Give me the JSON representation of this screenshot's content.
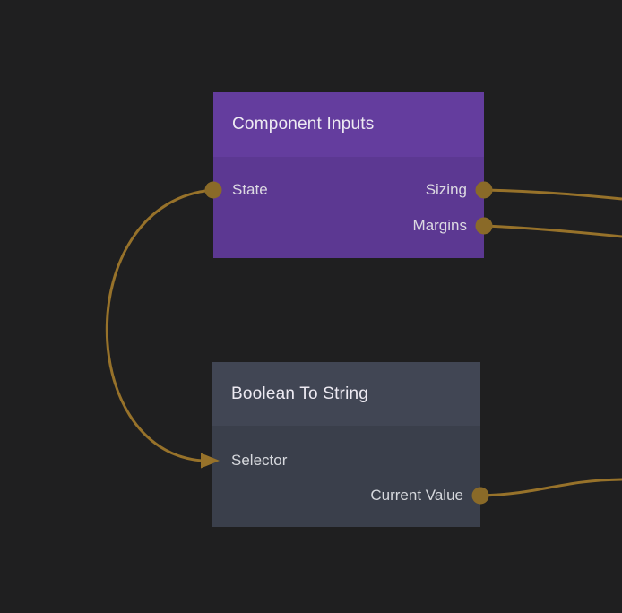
{
  "canvas": {
    "background_color": "#1f1f20",
    "wire_color": "#97722a",
    "port_color": "#8a6a28"
  },
  "nodes": [
    {
      "id": "component-inputs",
      "title": "Component Inputs",
      "header_color": "#643d9e",
      "body_color": "#5c3892",
      "inputs": [
        {
          "label": "State"
        }
      ],
      "outputs": [
        {
          "label": "Sizing"
        },
        {
          "label": "Margins"
        }
      ]
    },
    {
      "id": "boolean-to-string",
      "title": "Boolean To String",
      "header_color": "#414654",
      "body_color": "#3a3f4b",
      "inputs": [
        {
          "label": "Selector"
        }
      ],
      "outputs": [
        {
          "label": "Current Value"
        }
      ]
    }
  ],
  "connections": [
    {
      "from": "component-inputs.State",
      "to": "boolean-to-string.Selector"
    },
    {
      "from": "component-inputs.Sizing",
      "to": "offscreen-right"
    },
    {
      "from": "component-inputs.Margins",
      "to": "offscreen-right"
    },
    {
      "from": "boolean-to-string.Current Value",
      "to": "offscreen-right"
    }
  ]
}
